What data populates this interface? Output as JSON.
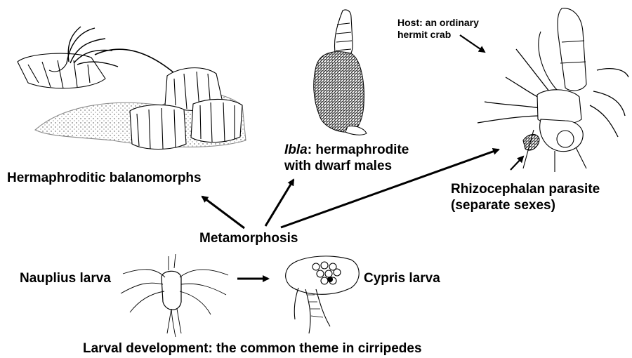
{
  "labels": {
    "host_line1": "Host: an ordinary",
    "host_line2": "hermit crab",
    "ibla_italic": "Ibla",
    "ibla_rest": ": hermaphrodite",
    "ibla_line2": "with dwarf males",
    "balanomorphs": "Hermaphroditic balanomorphs",
    "rhizo_line1": "Rhizocephalan parasite",
    "rhizo_line2": "(separate sexes)",
    "metamorphosis": "Metamorphosis",
    "nauplius": "Nauplius larva",
    "cypris": "Cypris larva",
    "caption": "Larval development: the common theme in cirripedes"
  },
  "icons": {
    "balanomorphs": "barnacle-cluster-illustration",
    "ibla": "ibla-illustration",
    "crab": "hermit-crab-illustration",
    "nauplius": "nauplius-larva-illustration",
    "cypris": "cypris-larva-illustration"
  }
}
